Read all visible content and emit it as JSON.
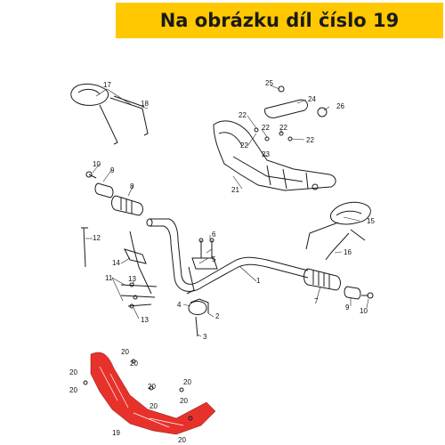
{
  "banner": {
    "text": "Na obrázku díl číslo 19"
  },
  "colors": {
    "banner": "#ffc800",
    "highlight": "#e7322b"
  },
  "diagram": {
    "highlighted_part": "19",
    "callouts": [
      "1",
      "2",
      "3",
      "4",
      "5",
      "6",
      "7",
      "8",
      "9",
      "9",
      "10",
      "10",
      "11",
      "12",
      "13",
      "13",
      "14",
      "15",
      "16",
      "17",
      "18",
      "19",
      "20",
      "20",
      "20",
      "20",
      "20",
      "20",
      "20",
      "20",
      "20",
      "21",
      "22",
      "22",
      "22",
      "22",
      "22",
      "23",
      "24",
      "25",
      "26"
    ]
  }
}
